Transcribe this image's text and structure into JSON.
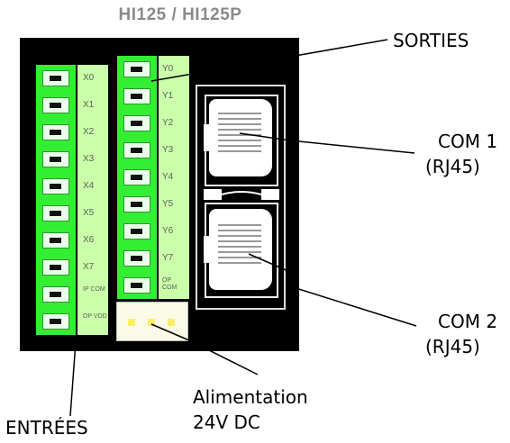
{
  "title": "HI125 / HI125P",
  "inputs": {
    "labels": [
      "X0",
      "X1",
      "X2",
      "X3",
      "X4",
      "X5",
      "X6",
      "X7",
      "IP COM",
      "OP VDD"
    ]
  },
  "outputs": {
    "labels": [
      "Y0",
      "Y1",
      "Y2",
      "Y3",
      "Y4",
      "Y5",
      "Y6",
      "Y7",
      "OP COM"
    ]
  },
  "callouts": {
    "sorties": "SORTIES",
    "com1_line1": "COM 1",
    "com1_line2": "(RJ45)",
    "com2_line1": "COM 2",
    "com2_line2": "(RJ45)",
    "power_line1": "Alimentation",
    "power_line2": "24V DC",
    "entrees": "ENTRÉES"
  },
  "colors": {
    "terminal_green": "#33ee33",
    "label_strip": "#ccffaa",
    "panel": "#000000"
  }
}
